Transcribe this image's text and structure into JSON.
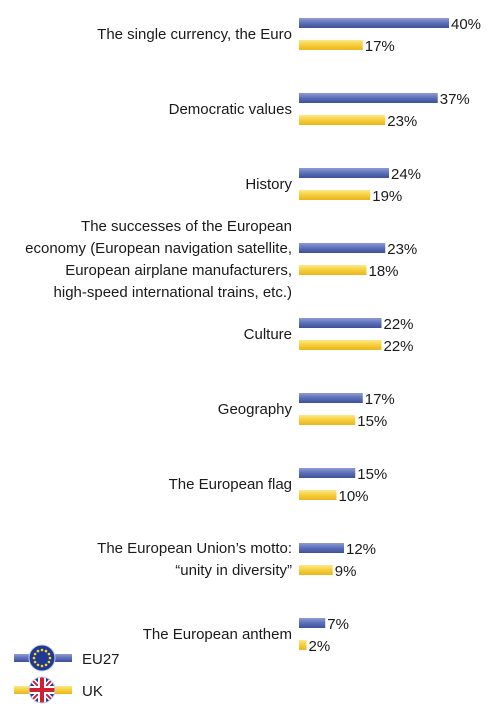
{
  "chart_data": {
    "type": "bar",
    "orientation": "horizontal",
    "categories": [
      [
        "The single currency, the Euro"
      ],
      [
        "Democratic values"
      ],
      [
        "History"
      ],
      [
        "The successes of the European",
        "economy (European navigation satellite,",
        "European airplane manufacturers,",
        "high-speed international trains, etc.)"
      ],
      [
        "Culture"
      ],
      [
        "Geography"
      ],
      [
        "The European flag"
      ],
      [
        "The European Union’s motto:",
        "“unity in diversity”"
      ],
      [
        "The European anthem"
      ]
    ],
    "series": [
      {
        "name": "EU27",
        "color": "#5b6fb8",
        "values": [
          40,
          37,
          24,
          23,
          22,
          17,
          15,
          12,
          7
        ],
        "labels": [
          "40%",
          "37%",
          "24%",
          "23%",
          "22%",
          "17%",
          "15%",
          "12%",
          "7%"
        ]
      },
      {
        "name": "UK",
        "color": "#f6cf3b",
        "values": [
          17,
          23,
          19,
          18,
          22,
          15,
          10,
          9,
          2
        ],
        "labels": [
          "17%",
          "23%",
          "19%",
          "18%",
          "22%",
          "15%",
          "10%",
          "9%",
          "2%"
        ]
      }
    ],
    "legend": {
      "placement": "bottom-left",
      "icons": [
        "eu-flag-icon",
        "uk-flag-icon"
      ]
    }
  }
}
